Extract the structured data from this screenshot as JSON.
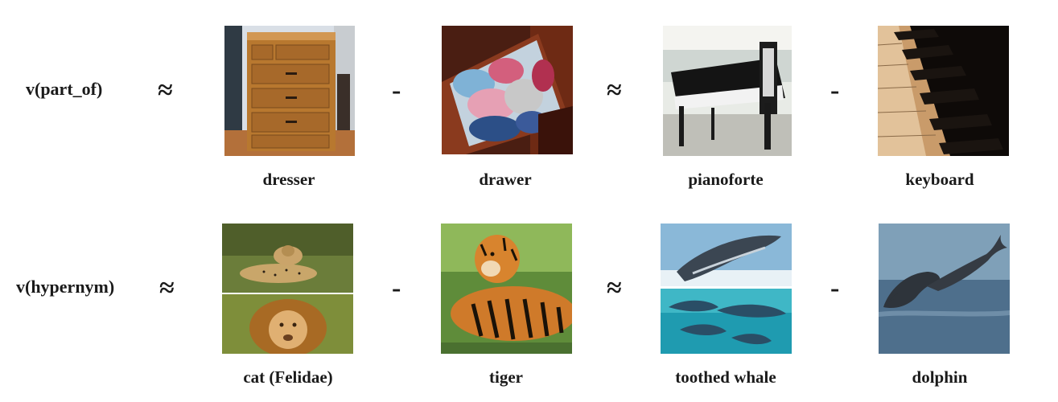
{
  "rows": [
    {
      "relation": "v(part_of)",
      "op1": "≈",
      "op2": "-",
      "op3": "≈",
      "op4": "-",
      "captions": [
        "dresser",
        "drawer",
        "pianoforte",
        "keyboard"
      ]
    },
    {
      "relation": "v(hypernym)",
      "op1": "≈",
      "op2": "-",
      "op3": "≈",
      "op4": "-",
      "captions": [
        "cat (Felidae)",
        "tiger",
        "toothed whale",
        "dolphin"
      ]
    }
  ]
}
